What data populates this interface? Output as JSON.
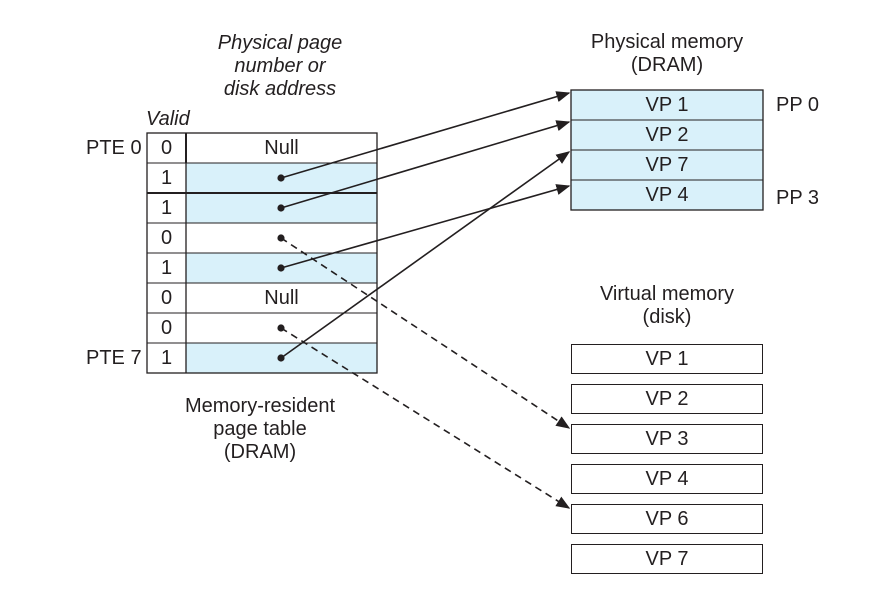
{
  "title_column_header": [
    "Physical page",
    "number or",
    "disk address"
  ],
  "valid_header": "Valid",
  "page_table": {
    "first_label": "PTE 0",
    "last_label": "PTE 7",
    "caption": [
      "Memory-resident",
      "page table",
      "(DRAM)"
    ],
    "rows": [
      {
        "valid": "0",
        "addr": "Null",
        "resident": false,
        "pointer": "none"
      },
      {
        "valid": "1",
        "addr": "",
        "resident": true,
        "pointer": "physical",
        "target": 0
      },
      {
        "valid": "1",
        "addr": "",
        "resident": true,
        "pointer": "physical",
        "target": 1
      },
      {
        "valid": "0",
        "addr": "",
        "resident": false,
        "pointer": "disk",
        "target": 2
      },
      {
        "valid": "1",
        "addr": "",
        "resident": true,
        "pointer": "physical",
        "target": 3
      },
      {
        "valid": "0",
        "addr": "Null",
        "resident": false,
        "pointer": "none"
      },
      {
        "valid": "0",
        "addr": "",
        "resident": false,
        "pointer": "disk",
        "target": 4
      },
      {
        "valid": "1",
        "addr": "",
        "resident": true,
        "pointer": "physical",
        "target": 2
      }
    ]
  },
  "physical_memory": {
    "title": [
      "Physical memory",
      "(DRAM)"
    ],
    "pages": [
      "VP 1",
      "VP 2",
      "VP 7",
      "VP 4"
    ],
    "first_label": "PP 0",
    "last_label": "PP 3",
    "fill_color": "#d9f1fa"
  },
  "virtual_memory": {
    "title": [
      "Virtual memory",
      "(disk)"
    ],
    "pages": [
      "VP 1",
      "VP 2",
      "VP 3",
      "VP 4",
      "VP 6",
      "VP 7"
    ]
  },
  "colors": {
    "resident_fill": "#d9f1fa",
    "line": "#231f20"
  }
}
